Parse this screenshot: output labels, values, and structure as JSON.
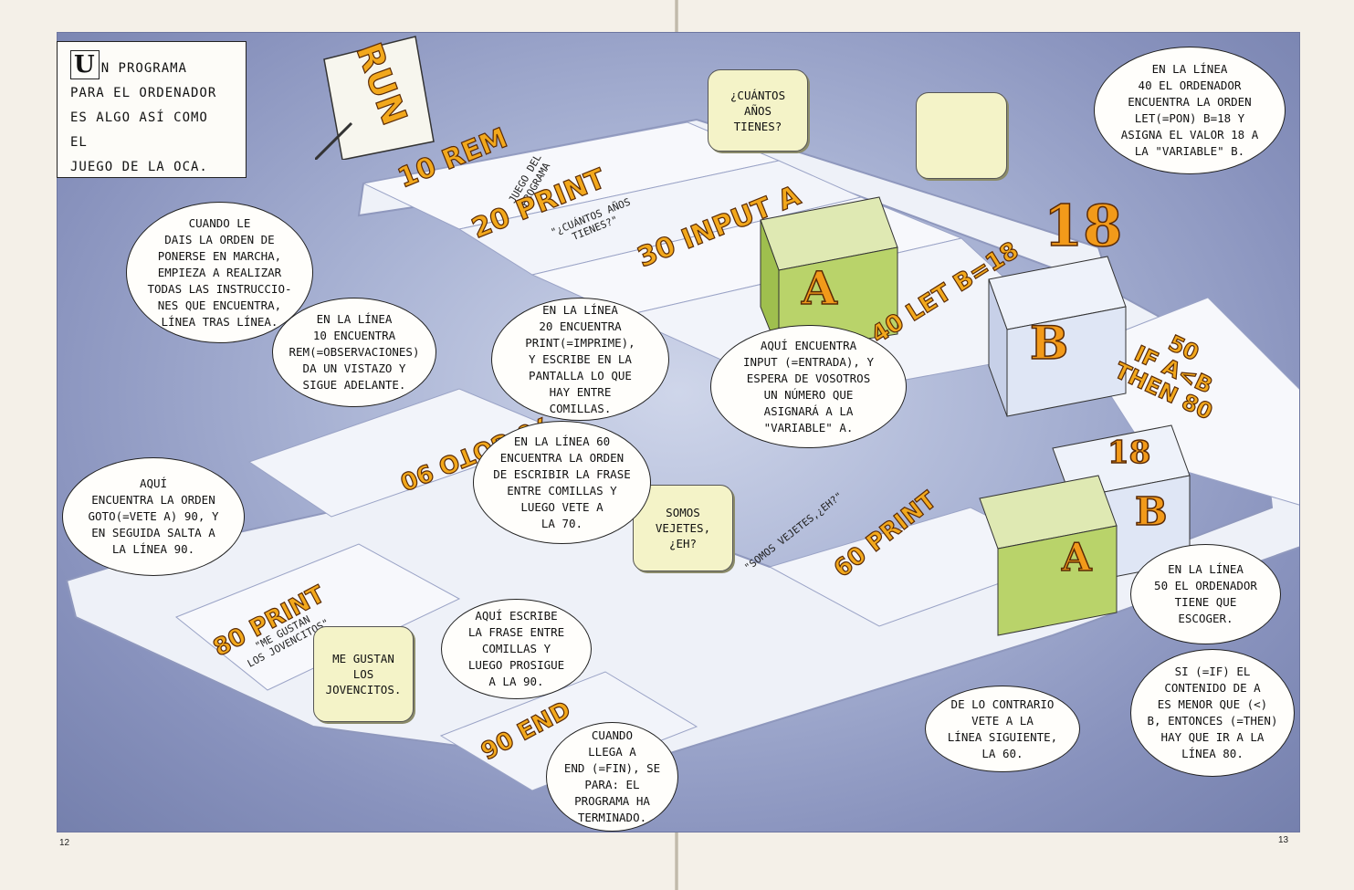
{
  "intro": {
    "initial": "U",
    "text": "N PROGRAMA\nPARA EL ORDENADOR\nES ALGO ASÍ COMO EL\nJUEGO DE LA OCA."
  },
  "run_flag": "RUN",
  "steps": [
    {
      "label": "10 REM",
      "sub": "JUEGO DEL\nPROGRAMA"
    },
    {
      "label": "20 PRINT",
      "sub": "\"¿CUÁNTOS AÑOS\nTIENES?\""
    },
    {
      "label": "30 INPUT A",
      "sub": ""
    },
    {
      "label": "40 LET B=18",
      "sub": ""
    },
    {
      "label": "50\nIF A<B\nTHEN 80",
      "sub": ""
    },
    {
      "label": "60 PRINT",
      "sub": "\"SOMOS VEJETES,¿EH?\""
    },
    {
      "label": "70 GOTO 90",
      "sub": ""
    },
    {
      "label": "80 PRINT",
      "sub": "\"ME GUSTAN\nLOS JOVENCITOS\""
    },
    {
      "label": "90 END",
      "sub": ""
    }
  ],
  "screens": {
    "age_question": "¿CUÁNTOS\nAÑOS\nTIENES?",
    "empty": "",
    "vejetes": "SOMOS\nVEJETES,\n¿EH?",
    "jovencitos": "ME GUSTAN\nLOS JOVENCITOS."
  },
  "boxes": {
    "a_top": "A",
    "b_top": "B",
    "eighteen_top": "18",
    "eighteen_small": "18",
    "b_bottom": "B",
    "a_bottom": "A"
  },
  "bubbles": {
    "cuando_dais": "CUANDO LE\nDAIS LA ORDEN DE\nPONERSE EN MARCHA,\nEMPIEZA A REALIZAR\nTODAS LAS INSTRUCCIO-\nNES QUE ENCUENTRA,\nLÍNEA TRAS LÍNEA.",
    "linea10": "EN LA LÍNEA\n10 ENCUENTRA\nREM(=OBSERVACIONES)\nDA UN VISTAZO Y\nSIGUE ADELANTE.",
    "linea20": "EN LA LÍNEA\n20 ENCUENTRA\nPRINT(=IMPRIME),\nY ESCRIBE EN LA\nPANTALLA LO QUE\nHAY ENTRE\nCOMILLAS.",
    "input": "AQUÍ ENCUENTRA\nINPUT (=ENTRADA), Y\nESPERA DE VOSOTROS\nUN NÚMERO QUE\nASIGNARÁ A LA\n\"VARIABLE\" A.",
    "linea40": "EN LA LÍNEA\n40 EL ORDENADOR\nENCUENTRA LA ORDEN\nLET(=PON) B=18 Y\nASIGNA EL VALOR 18 A\nLA \"VARIABLE\" B.",
    "goto": "AQUÍ\nENCUENTRA LA ORDEN\nGOTO(=VETE A) 90, Y\nEN SEGUIDA SALTA A\nLA LÍNEA 90.",
    "linea60": "EN LA LÍNEA 60\nENCUENTRA LA ORDEN\nDE ESCRIBIR LA FRASE\nENTRE COMILLAS Y\nLUEGO VETE A\nLA 70.",
    "escribe": "AQUÍ ESCRIBE\nLA FRASE ENTRE\nCOMILLAS Y\nLUEGO PROSIGUE\nA LA 90.",
    "end": "CUANDO\nLLEGA A\nEND (=FIN), SE\nPARA: EL\nPROGRAMA HA\nTERMINADO.",
    "linea50": "EN LA LÍNEA\n50 EL ORDENADOR\nTIENE QUE\nESCOGER.",
    "contrario": "DE LO CONTRARIO\nVETE A LA\nLÍNEA SIGUIENTE,\nLA 60.",
    "si": "SI (=IF) EL\nCONTENIDO DE A\nES MENOR QUE (<)\nB, ENTONCES (=THEN)\nHAY QUE IR A LA\nLÍNEA 80."
  },
  "page_numbers": {
    "left": "12",
    "right": "13"
  },
  "colors": {
    "board": "#eef1f8",
    "board_edge": "#b8c0da",
    "background": "#9aa4cc",
    "label_fill": "#f2a81c",
    "box_green": "#b9d36a",
    "box_blue": "#dfe6f5"
  }
}
